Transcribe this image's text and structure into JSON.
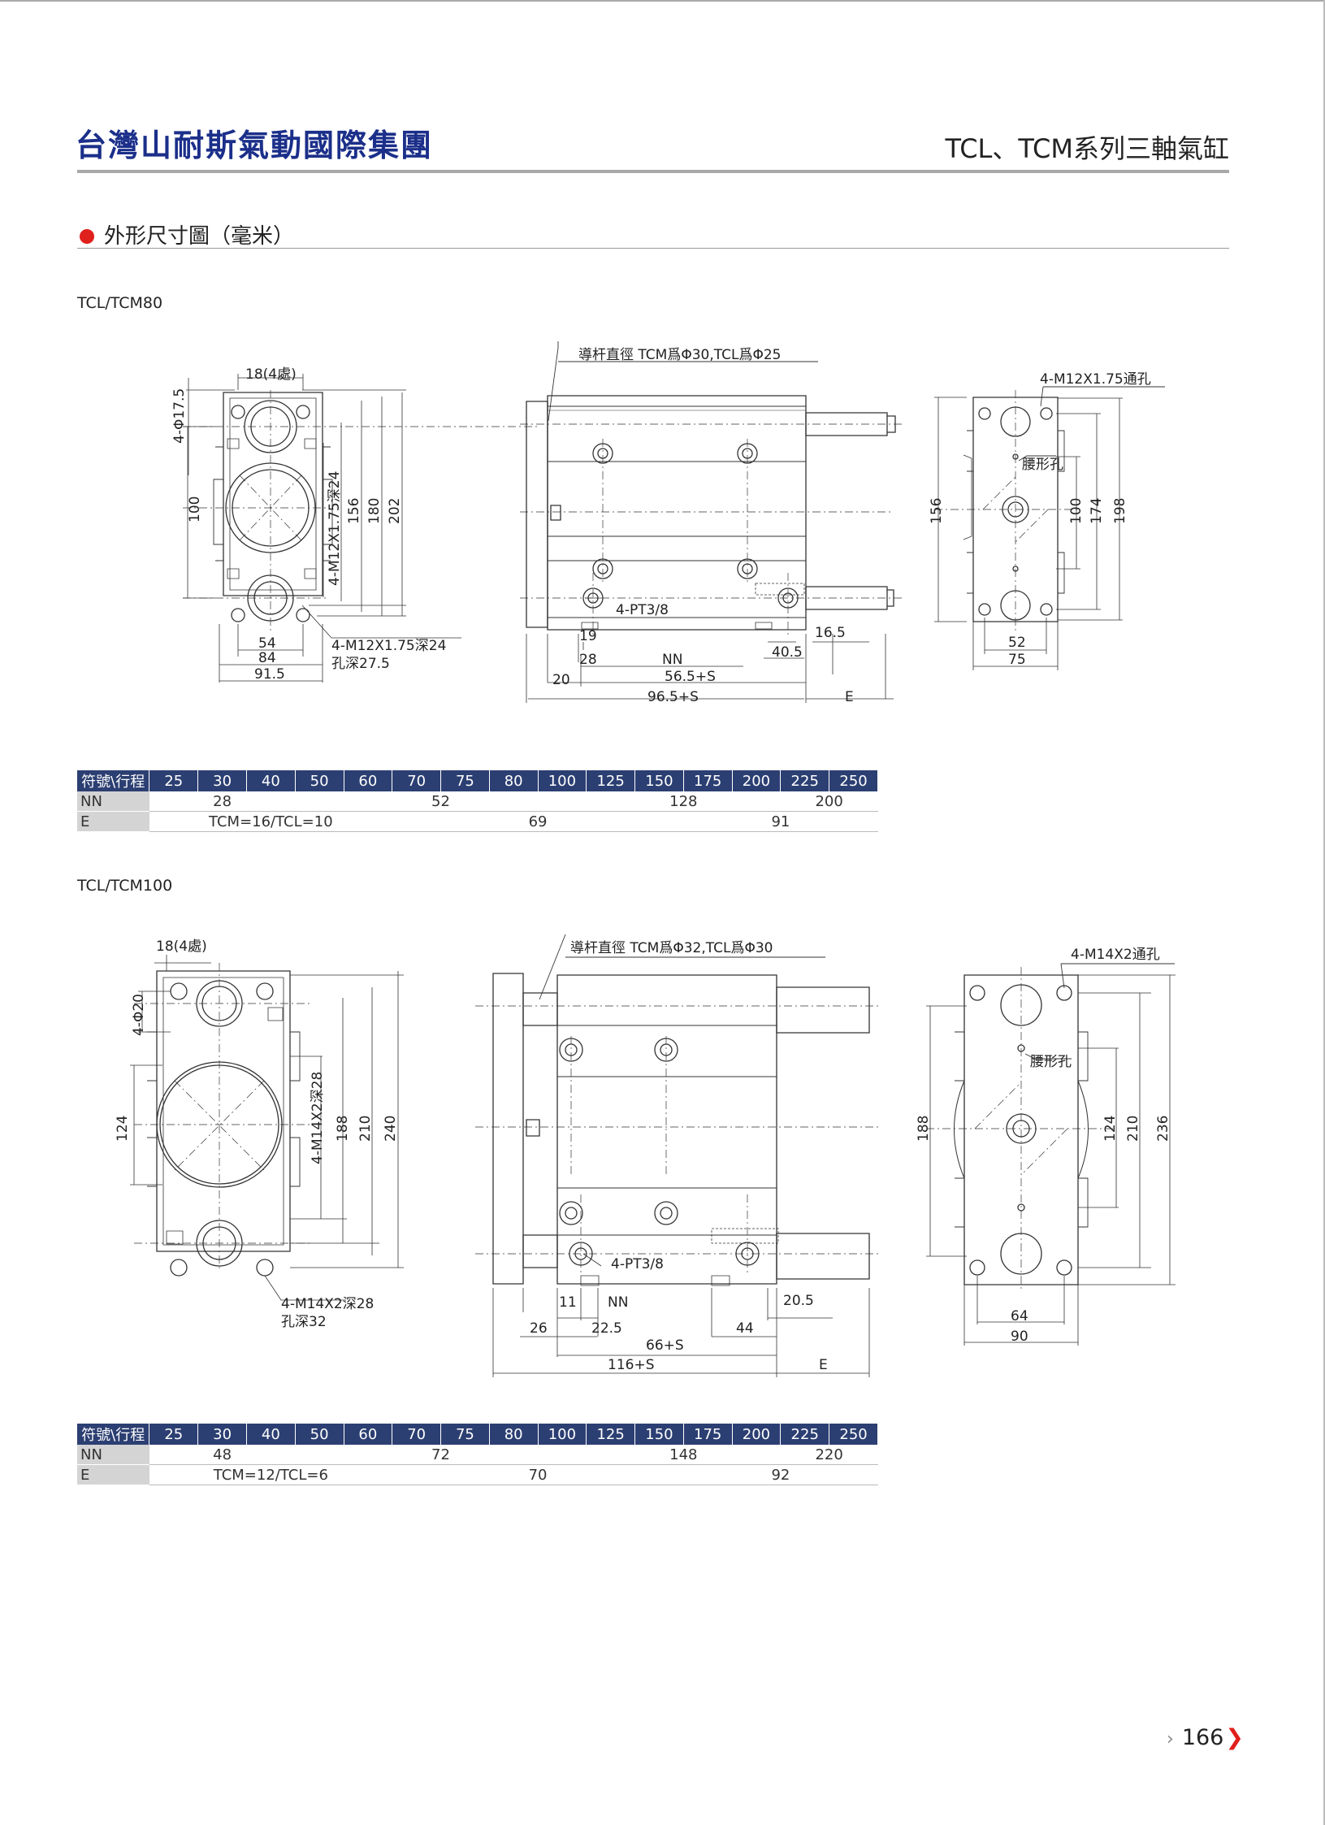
{
  "header": {
    "brand": "台灣山耐斯氣動國際集團",
    "series": "TCL、TCM系列三軸氣缸"
  },
  "section": {
    "title": "外形尺寸圖（毫米）"
  },
  "m80": {
    "label": "TCL/TCM80",
    "guide_note": "導杆直徑 TCM爲Φ30,TCL爲Φ25",
    "front": {
      "d1": "18(4處)",
      "d2": "4-Φ17.5",
      "d3": "100",
      "d4": "4-M12X1.75深24",
      "d5": "156",
      "d6": "180",
      "d7": "202",
      "d8": "54",
      "d9": "84",
      "d10": "91.5",
      "d11": "4-M12X1.75深24",
      "d12": "孔深27.5"
    },
    "side": {
      "port": "4-PT3/8",
      "d1": "19",
      "d2": "28",
      "d3": "NN",
      "d4": "20",
      "d5": "56.5+S",
      "d6": "96.5+S",
      "d7": "E",
      "d8": "16.5",
      "d9": "40.5"
    },
    "rear": {
      "d1": "4-M12X1.75通孔",
      "d2": "腰形孔",
      "d3": "156",
      "d4": "100",
      "d5": "174",
      "d6": "198",
      "d7": "52",
      "d8": "75"
    }
  },
  "m100": {
    "label": "TCL/TCM100",
    "guide_note": "導杆直徑 TCM爲Φ32,TCL爲Φ30",
    "front": {
      "d1": "18(4處)",
      "d2": "4-Φ20",
      "d3": "124",
      "d4": "4-M14X2深28",
      "d5": "188",
      "d6": "210",
      "d7": "240",
      "d11": "4-M14X2深28",
      "d12": "孔深32"
    },
    "side": {
      "port": "4-PT3/8",
      "d1": "11",
      "d2": "NN",
      "d3": "26",
      "d4": "22.5",
      "d5": "66+S",
      "d6": "116+S",
      "d7": "E",
      "d8": "20.5",
      "d9": "44"
    },
    "rear": {
      "d1": "4-M14X2通孔",
      "d2": "腰形孔",
      "d3": "188",
      "d4": "124",
      "d5": "210",
      "d6": "236",
      "d7": "64",
      "d8": "90"
    }
  },
  "table1": {
    "header": [
      "符號\\行程",
      "25",
      "30",
      "40",
      "50",
      "60",
      "70",
      "75",
      "80",
      "100",
      "125",
      "150",
      "175",
      "200",
      "225",
      "250"
    ],
    "nn_label": "NN",
    "nn": [
      "28",
      "52",
      "128",
      "200"
    ],
    "e_label": "E",
    "e": [
      "TCM=16/TCL=10",
      "69",
      "91"
    ]
  },
  "table2": {
    "header": [
      "符號\\行程",
      "25",
      "30",
      "40",
      "50",
      "60",
      "70",
      "75",
      "80",
      "100",
      "125",
      "150",
      "175",
      "200",
      "225",
      "250"
    ],
    "nn_label": "NN",
    "nn": [
      "48",
      "72",
      "148",
      "220"
    ],
    "e_label": "E",
    "e": [
      "TCM=12/TCL=6",
      "70",
      "92"
    ]
  },
  "footer": {
    "page": "166",
    "prev": "›",
    "next": "❯"
  }
}
